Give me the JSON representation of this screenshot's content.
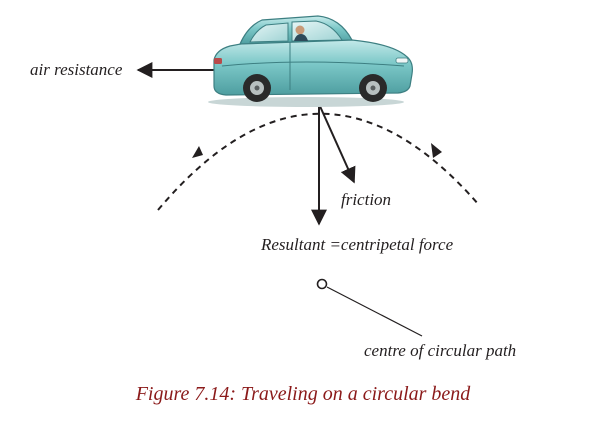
{
  "labels": {
    "air_resistance": "air resistance",
    "friction": "friction",
    "resultant": "Resultant =centripetal force",
    "centre": "centre of circular path"
  },
  "caption": "Figure 7.14: Traveling on a circular bend",
  "colors": {
    "car_body": "#7cc8c8",
    "car_shadow": "#4e9ea0",
    "ink": "#231f20",
    "caption": "#8b1a1a"
  },
  "icons": {
    "car": "car-icon"
  }
}
